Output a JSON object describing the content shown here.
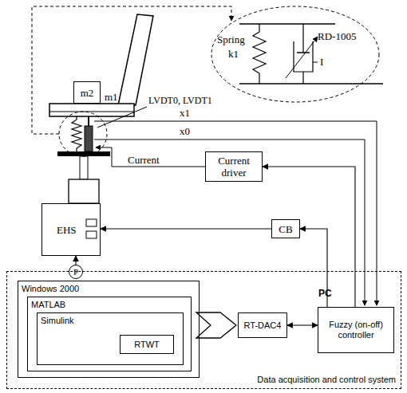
{
  "diagram": {
    "nodes": [
      {
        "text": [
          "m2"
        ]
      },
      {
        "text": [
          "Current driver"
        ]
      },
      {
        "text": [
          "EHS"
        ]
      },
      {
        "text": [
          "CB"
        ]
      },
      {
        "text": [
          "P"
        ]
      },
      {
        "text": [
          "PC",
          "Data acquisition and control system"
        ]
      },
      {
        "text": [
          "Windows 2000"
        ],
        "in": 5
      },
      {
        "text": [
          "MATLAB"
        ],
        "in": 6
      },
      {
        "text": [
          "Simulink"
        ],
        "in": 7
      },
      {
        "text": [
          "RTWT"
        ],
        "in": 8
      },
      {
        "text": [
          "RT-DAC4"
        ],
        "in": 5
      },
      {
        "text": [
          "Fuzzy (on-off) controller"
        ],
        "in": 5
      }
    ],
    "edges": [
      {
        "from": 11,
        "to": 1,
        "arrow": "to"
      },
      {
        "from": 11,
        "to": 3,
        "arrow": "to"
      },
      {
        "from": 3,
        "to": 2,
        "arrow": "to"
      },
      {
        "from": 4,
        "to": 2,
        "arrow": "to"
      },
      {
        "from": 6,
        "to": 10,
        "arrow": "to"
      },
      {
        "from": 10,
        "to": 11,
        "arrow": "both"
      }
    ],
    "labels": [
      "m1",
      "LVDT0, LVDT1",
      "x1",
      "x0",
      "Spring",
      "k1",
      "RD-1005",
      "I",
      "Current"
    ]
  }
}
